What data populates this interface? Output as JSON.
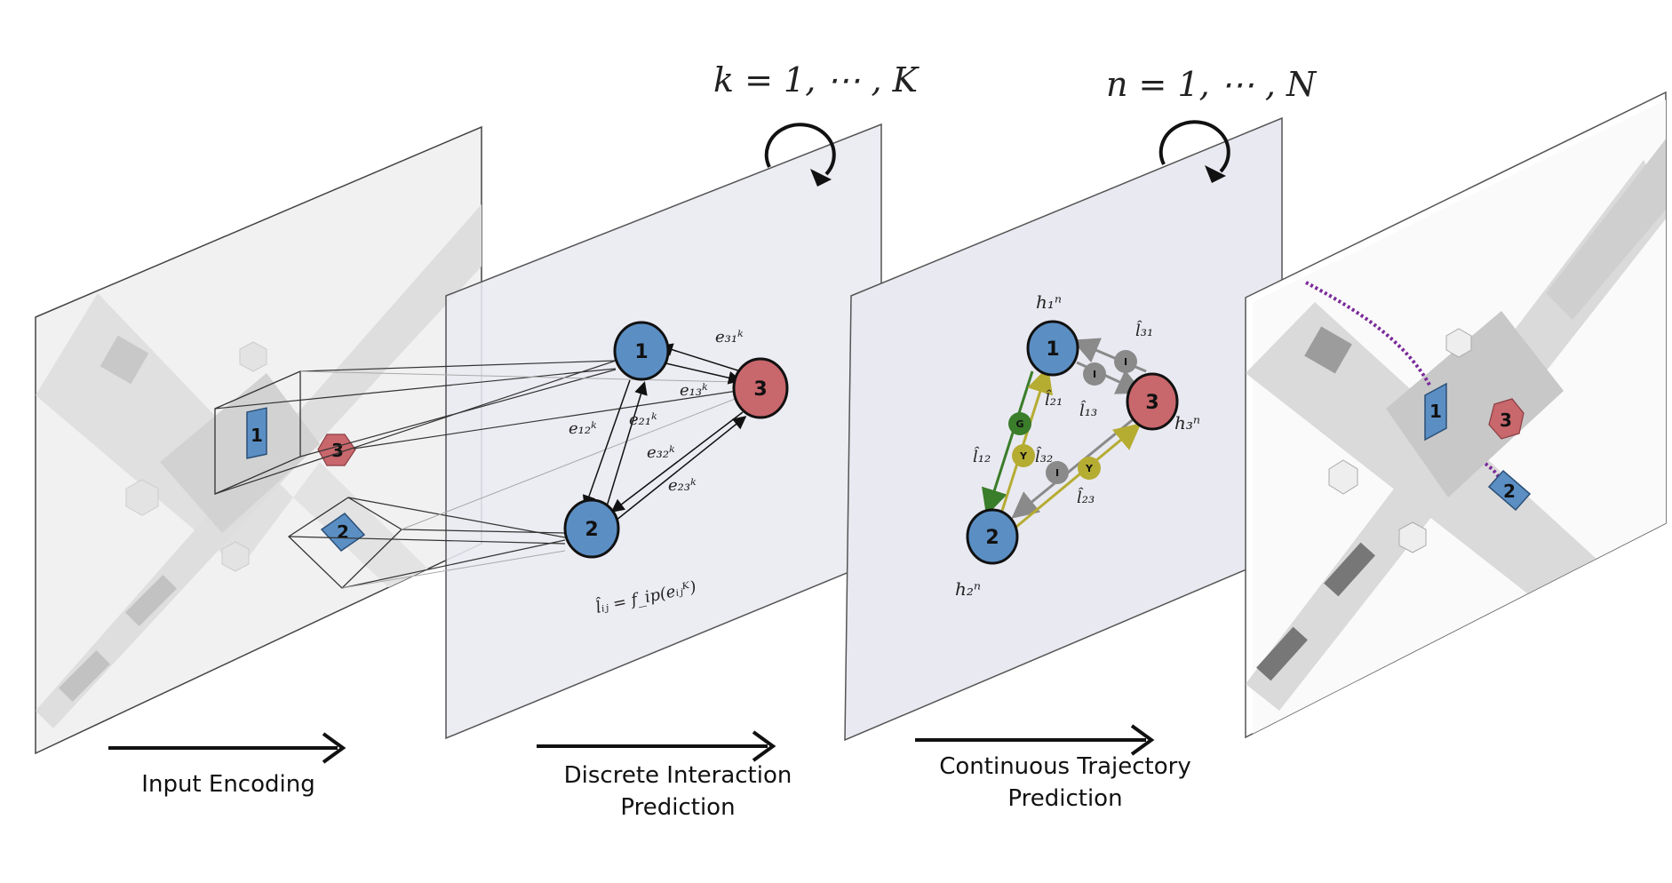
{
  "loops": {
    "k_loop": "k = 1, ⋯ , K",
    "n_loop": "n = 1, ⋯ , N"
  },
  "stages": {
    "input_encoding": "Input Encoding",
    "discrete_line1": "Discrete Interaction",
    "discrete_line2": "Prediction",
    "continuous_line1": "Continuous Trajectory",
    "continuous_line2": "Prediction"
  },
  "agents": {
    "a1": "1",
    "a2": "2",
    "a3": "3"
  },
  "discrete": {
    "e31": "e₃₁ᵏ",
    "e13": "e₁₃ᵏ",
    "e12": "e₁₂ᵏ",
    "e21": "e₂₁ᵏ",
    "e32": "e₃₂ᵏ",
    "e23": "e₂₃ᵏ",
    "formula": "l̂ᵢⱼ = f_ip(eᵢⱼᴷ)"
  },
  "continuous": {
    "h1": "h₁ⁿ",
    "h2": "h₂ⁿ",
    "h3": "h₃ⁿ",
    "l31": "l̂₃₁",
    "l21": "l̂₂₁",
    "l13": "l̂₁₃",
    "l12": "l̂₁₂",
    "l32": "l̂₃₂",
    "l23": "l̂₂₃",
    "badge_g": "G",
    "badge_y": "Y",
    "badge_i": "I"
  },
  "colors": {
    "agent_blue": "#5b8fc4",
    "agent_red": "#c8676c",
    "green_edge": "#3a7d2a",
    "yellow_edge": "#b5ac32",
    "gray_edge": "#8a8a8a",
    "panel_fill": "#e9e9f1"
  }
}
